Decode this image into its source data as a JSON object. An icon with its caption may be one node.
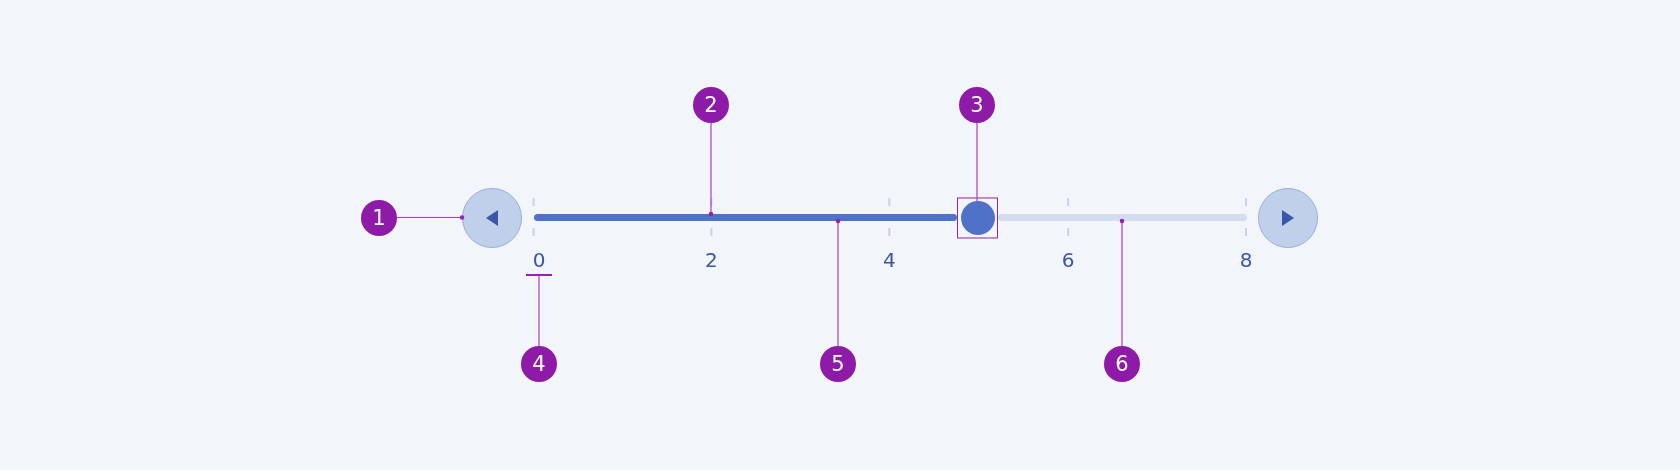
{
  "diagram": {
    "nodes": [
      {
        "text": [
          "1"
        ]
      },
      {
        "text": [
          "2"
        ]
      },
      {
        "text": [
          "3"
        ]
      },
      {
        "text": [
          "4"
        ]
      },
      {
        "text": [
          "5"
        ]
      },
      {
        "text": [
          "6"
        ]
      },
      {
        "text": [],
        "shape": "circle"
      },
      {
        "text": [],
        "shape": "circle"
      },
      {
        "text": [
          "0"
        ]
      },
      {
        "text": [],
        "shape": "bar"
      },
      {
        "text": [],
        "shape": "bar"
      },
      {
        "text": [],
        "shape": "circle"
      }
    ],
    "edges": [
      {
        "from": 0,
        "to": 6,
        "arrow": "other"
      },
      {
        "from": 1,
        "to": 9,
        "arrow": "other"
      },
      {
        "from": 2,
        "to": 7,
        "arrow": "none"
      },
      {
        "from": 3,
        "to": 8,
        "arrow": "none"
      },
      {
        "from": 4,
        "to": 9,
        "arrow": "other"
      },
      {
        "from": 5,
        "to": 10,
        "arrow": "other"
      }
    ],
    "labels": [
      "2",
      "4",
      "6",
      "8"
    ]
  }
}
